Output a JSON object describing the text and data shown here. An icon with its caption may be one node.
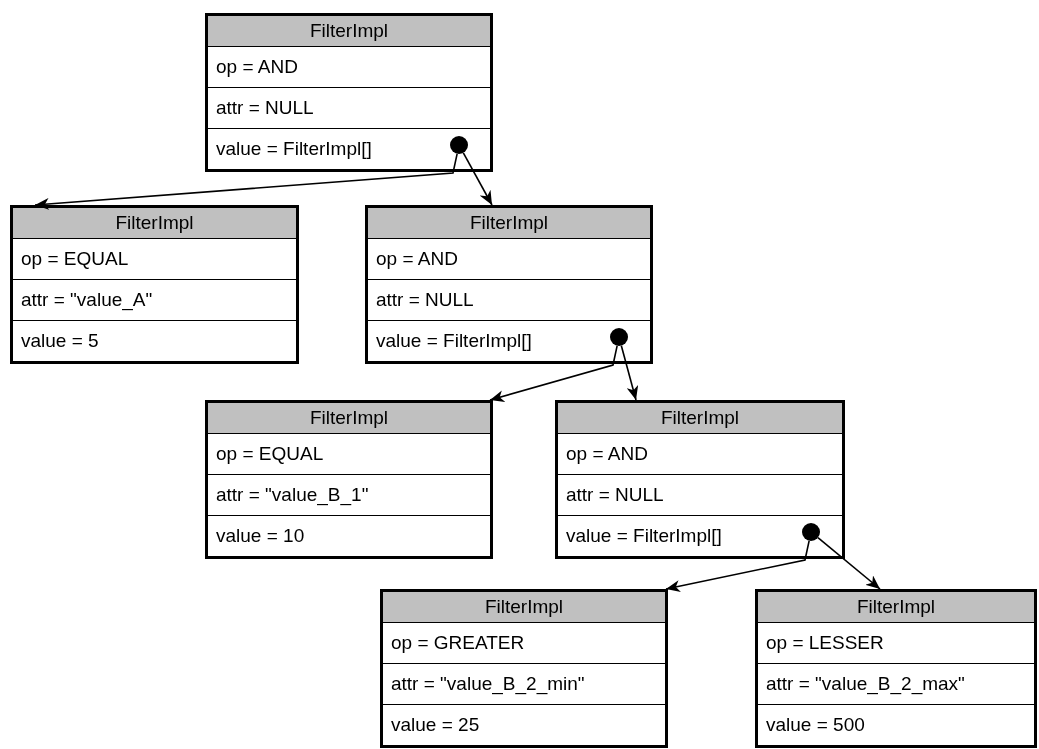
{
  "diagram": {
    "nodes": [
      {
        "text": [
          "FilterImpl",
          "op = AND",
          "attr = NULL",
          "value = FilterImpl[]"
        ]
      },
      {
        "text": [],
        "shape": "circle",
        "in": 0
      },
      {
        "text": [
          "FilterImpl",
          "op = EQUAL",
          "attr = \"value_A\"",
          "value = 5"
        ]
      },
      {
        "text": [
          "FilterImpl",
          "op = AND",
          "attr = NULL",
          "value = FilterImpl[]"
        ]
      },
      {
        "text": [],
        "shape": "circle",
        "in": 3
      },
      {
        "text": [
          "FilterImpl",
          "op = EQUAL",
          "attr = \"value_B_1\"",
          "value = 10"
        ]
      },
      {
        "text": [
          "FilterImpl",
          "op = AND",
          "attr = NULL",
          "value = FilterImpl[]"
        ]
      },
      {
        "text": [],
        "shape": "circle",
        "in": 6
      },
      {
        "text": [
          "FilterImpl",
          "op = GREATER",
          "attr = \"value_B_2_min\"",
          "value = 25"
        ]
      },
      {
        "text": [
          "FilterImpl",
          "op = LESSER",
          "attr = \"value_B_2_max\"",
          "value = 500"
        ]
      }
    ],
    "edges": [
      {
        "from": 1,
        "to": 2,
        "arrow": "to"
      },
      {
        "from": 1,
        "to": 3,
        "arrow": "to"
      },
      {
        "from": 4,
        "to": 5,
        "arrow": "to"
      },
      {
        "from": 4,
        "to": 6,
        "arrow": "to"
      },
      {
        "from": 7,
        "to": 8,
        "arrow": "to"
      },
      {
        "from": 7,
        "to": 9,
        "arrow": "to"
      }
    ]
  }
}
